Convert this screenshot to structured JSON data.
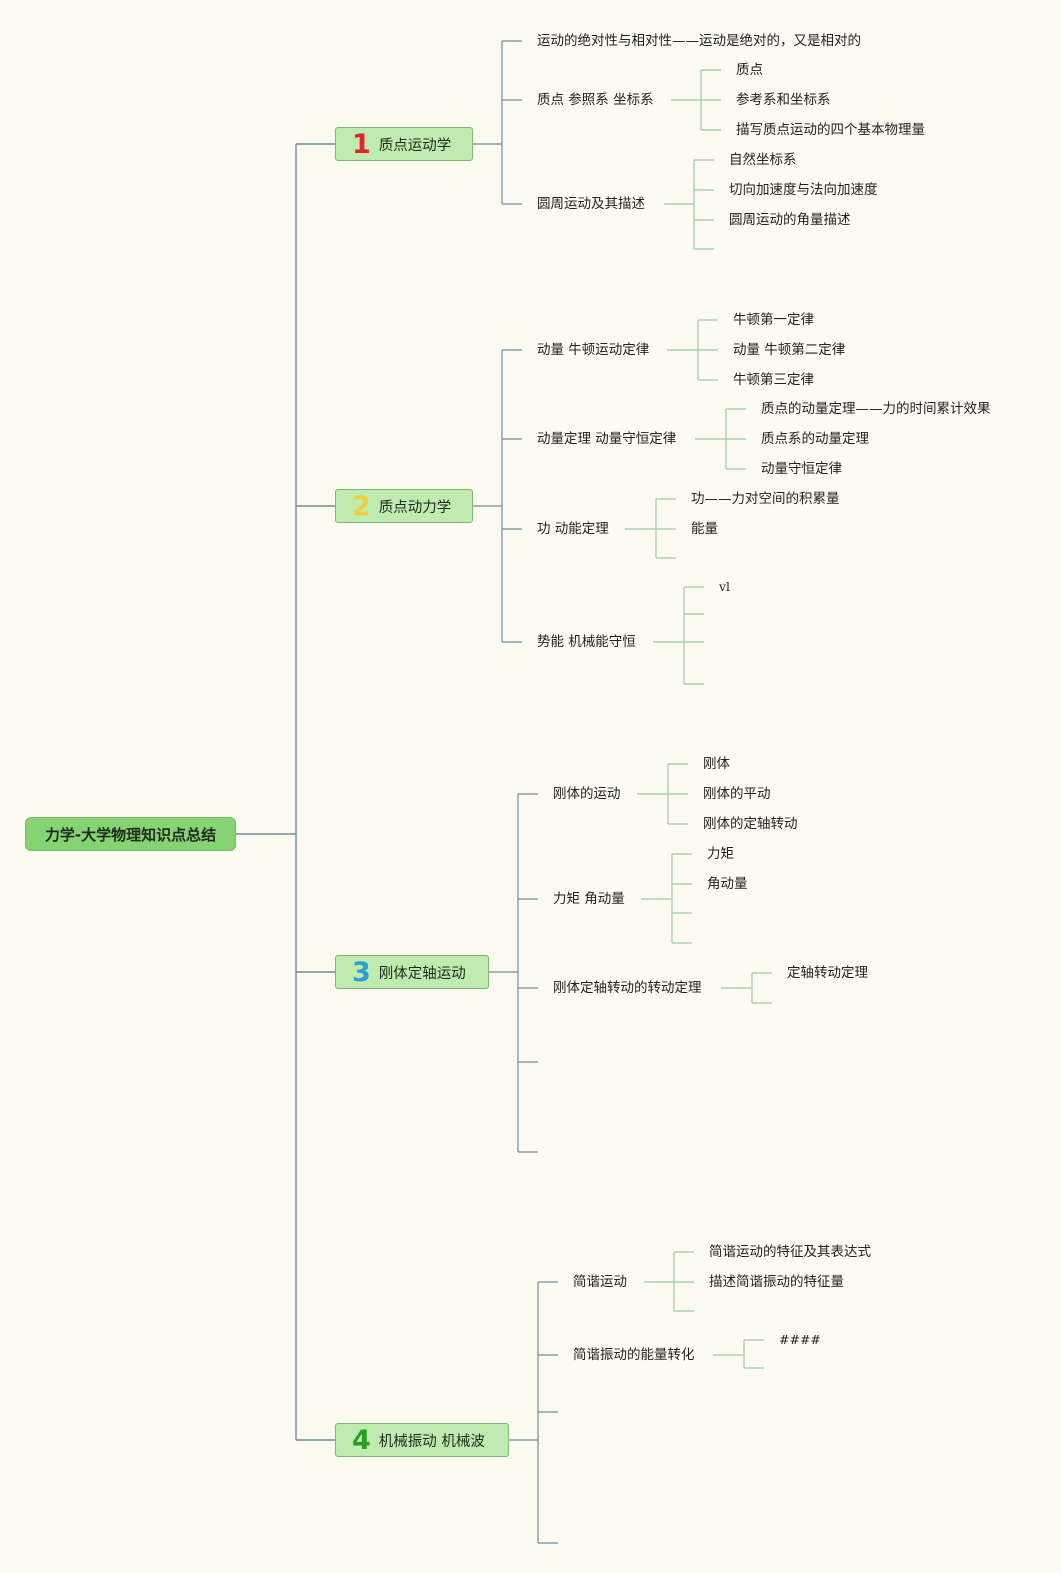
{
  "root": "力学-大学物理知识点总结",
  "colors": {
    "root_fill": "#86d374",
    "topic_fill": "#bfeab0",
    "line": "#6a8f9a",
    "branch": "#9cc9a8"
  },
  "topics": [
    {
      "number": "1",
      "number_color": "#e0262a",
      "label": "质点运动学",
      "subtopics": [
        {
          "label": "运动的绝对性与相对性——运动是绝对的，又是相对的",
          "items": []
        },
        {
          "label": "质点 参照系 坐标系",
          "items": [
            "质点",
            "参考系和坐标系",
            "描写质点运动的四个基本物理量"
          ]
        },
        {
          "label": "圆周运动及其描述",
          "items": [
            "自然坐标系",
            "切向加速度与法向加速度",
            "圆周运动的角量描述",
            ""
          ]
        }
      ]
    },
    {
      "number": "2",
      "number_color": "#f2cf3a",
      "label": "质点动力学",
      "subtopics": [
        {
          "label": "动量 牛顿运动定律",
          "items": [
            "牛顿第一定律",
            "动量 牛顿第二定律",
            "牛顿第三定律"
          ]
        },
        {
          "label": "动量定理 动量守恒定律",
          "items": [
            "质点的动量定理——力的时间累计效果",
            "质点系的动量定理",
            "动量守恒定律"
          ]
        },
        {
          "label": "功 动能定理",
          "items": [
            "功——力对空间的积累量",
            "能量",
            ""
          ]
        },
        {
          "label": "势能 机械能守恒",
          "items": [
            "vl",
            "",
            "",
            ""
          ]
        }
      ]
    },
    {
      "number": "3",
      "number_color": "#2a9fd8",
      "label": "刚体定轴运动",
      "subtopics": [
        {
          "label": "刚体的运动",
          "items": [
            "刚体",
            "刚体的平动",
            "刚体的定轴转动"
          ]
        },
        {
          "label": "力矩 角动量",
          "items": [
            "力矩",
            "角动量",
            "",
            ""
          ]
        },
        {
          "label": "刚体定轴转动的转动定理",
          "items": [
            "定轴转动定理",
            ""
          ]
        },
        {
          "label": "",
          "items": []
        },
        {
          "label": "",
          "items": []
        }
      ]
    },
    {
      "number": "4",
      "number_color": "#2a9c2a",
      "label": "机械振动 机械波",
      "subtopics": [
        {
          "label": "简谐运动",
          "items": [
            "简谐运动的特征及其表达式",
            "描述简谐振动的特征量",
            ""
          ]
        },
        {
          "label": "简谐振动的能量转化",
          "items": [
            "####",
            ""
          ]
        },
        {
          "label": "",
          "items": []
        },
        {
          "label": "",
          "items": []
        }
      ]
    }
  ]
}
